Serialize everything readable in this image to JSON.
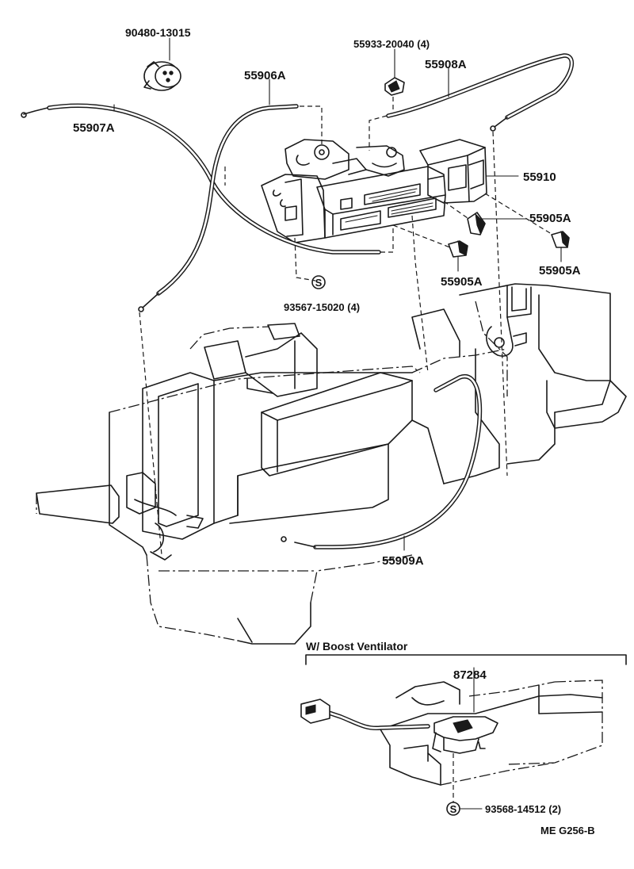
{
  "parts": {
    "p_90480": "90480-13015",
    "p_55933": "55933-20040 (4)",
    "p_55906A": "55906A",
    "p_55908A": "55908A",
    "p_55907A": "55907A",
    "p_55910": "55910",
    "p_55905A_1": "55905A",
    "p_55905A_2": "55905A",
    "p_55905A_3": "55905A",
    "p_93567": "93567-15020 (4)",
    "p_55909A": "55909A",
    "p_87284": "87284",
    "p_93568": "93568-14512 (2)"
  },
  "screw_symbol": "S",
  "inset": {
    "title": "W/ Boost Ventilator"
  },
  "diagram_code": "ME  G256-B",
  "icons": {
    "plug": "connector-plug-icon",
    "clip": "cable-clip-icon",
    "knob": "control-knob-icon",
    "screw": "screw-symbol-icon"
  }
}
